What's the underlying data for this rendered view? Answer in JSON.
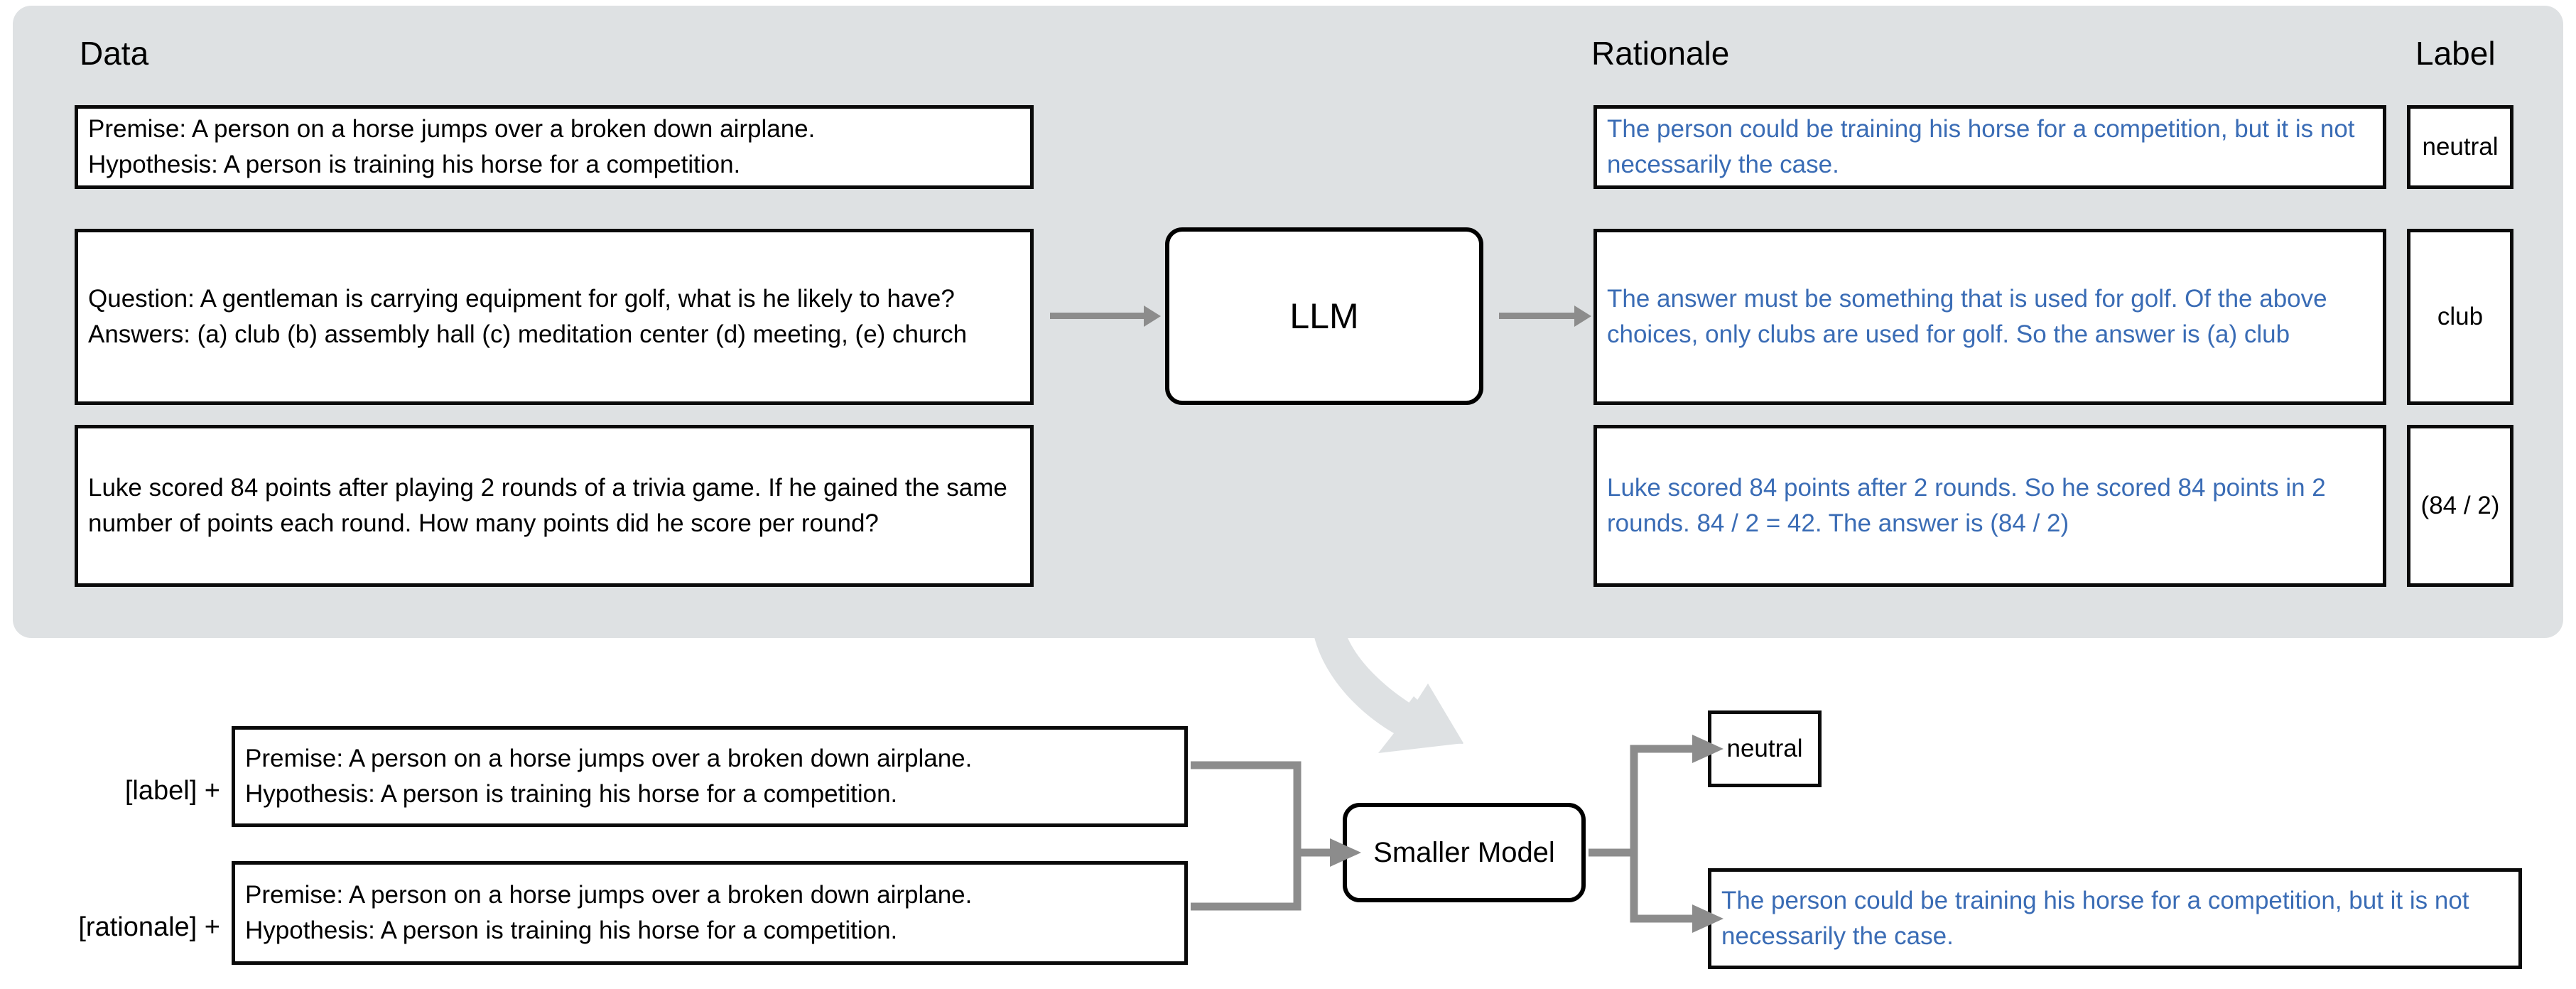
{
  "figure": {
    "title": "Distilling step-by-step: LLM rationale generation and smaller model training",
    "accent_blue": "#3a6cb5",
    "panel_bg": "#dee1e3",
    "arrow_gray": "#8c8c8c"
  },
  "top": {
    "headers": {
      "data": "Data",
      "rationale": "Rationale",
      "label": "Label"
    },
    "model_box": "LLM",
    "rows": [
      {
        "data": "Premise: A person on a horse jumps over a broken down airplane.\nHypothesis: A person is training his horse for a competition.",
        "rationale": "The person could be training his horse for a competition, but it is not necessarily the case.",
        "label": "neutral"
      },
      {
        "data": "Question: A gentleman is carrying equipment for golf, what is he likely to have?\nAnswers: (a) club (b) assembly hall (c) meditation center (d) meeting, (e) church",
        "rationale": "The answer must be something that is used for golf. Of the above choices, only clubs are used for golf. So the answer is (a) club",
        "label": "club"
      },
      {
        "data": "Luke scored 84 points after playing 2 rounds of a trivia game. If he gained the same number of points each round. How many points did he score per round?",
        "rationale": "Luke scored 84 points after 2 rounds. So he scored 84 points in 2 rounds. 84 / 2 = 42. The answer is (84 / 2)",
        "label": "(84 / 2)"
      }
    ]
  },
  "bottom": {
    "model_box": "Smaller Model",
    "inputs": [
      {
        "prefix": "[label] +",
        "text": "Premise: A person on a horse jumps over a broken down airplane.\nHypothesis: A person is training his horse for a competition."
      },
      {
        "prefix": "[rationale] +",
        "text": "Premise: A person on a horse jumps over a broken down airplane.\nHypothesis: A person is training his horse for a competition."
      }
    ],
    "outputs": [
      {
        "text": "neutral",
        "style": "plain"
      },
      {
        "text": "The person could be training his horse for a competition, but it is not necessarily the case.",
        "style": "blue"
      }
    ]
  }
}
